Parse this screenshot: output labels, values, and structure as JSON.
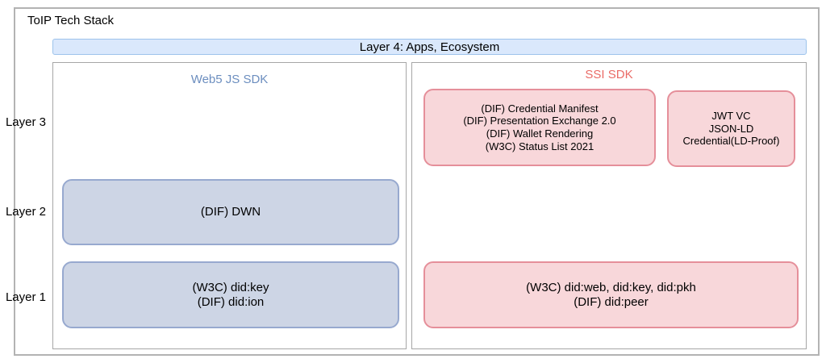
{
  "title": "ToIP Tech Stack",
  "layer4": "Layer 4: Apps, Ecosystem",
  "layers": [
    "Layer 3",
    "Layer 2",
    "Layer 1"
  ],
  "web5": {
    "title": "Web5 JS SDK",
    "layer2_lines": [
      "(DIF) DWN"
    ],
    "layer1_lines": [
      "(W3C) did:key",
      "(DIF) did:ion"
    ]
  },
  "ssi": {
    "title": "SSI SDK",
    "layer3_main_lines": [
      "(DIF) Credential Manifest",
      "(DIF) Presentation Exchange 2.0",
      "(DIF) Wallet Rendering",
      "(W3C) Status List 2021"
    ],
    "layer3_side_lines": [
      "JWT VC",
      "JSON-LD",
      "Credential(LD-Proof)"
    ],
    "layer1_lines": [
      "(W3C) did:web, did:key, did:pkh",
      "(DIF) did:peer"
    ]
  },
  "colors": {
    "web5_accent": "#6c8ebf",
    "ssi_accent": "#ea6b66",
    "web5_box_fill": "#cdd5e5",
    "ssi_box_fill": "#f8d7da",
    "banner_fill": "#dae8fc"
  }
}
